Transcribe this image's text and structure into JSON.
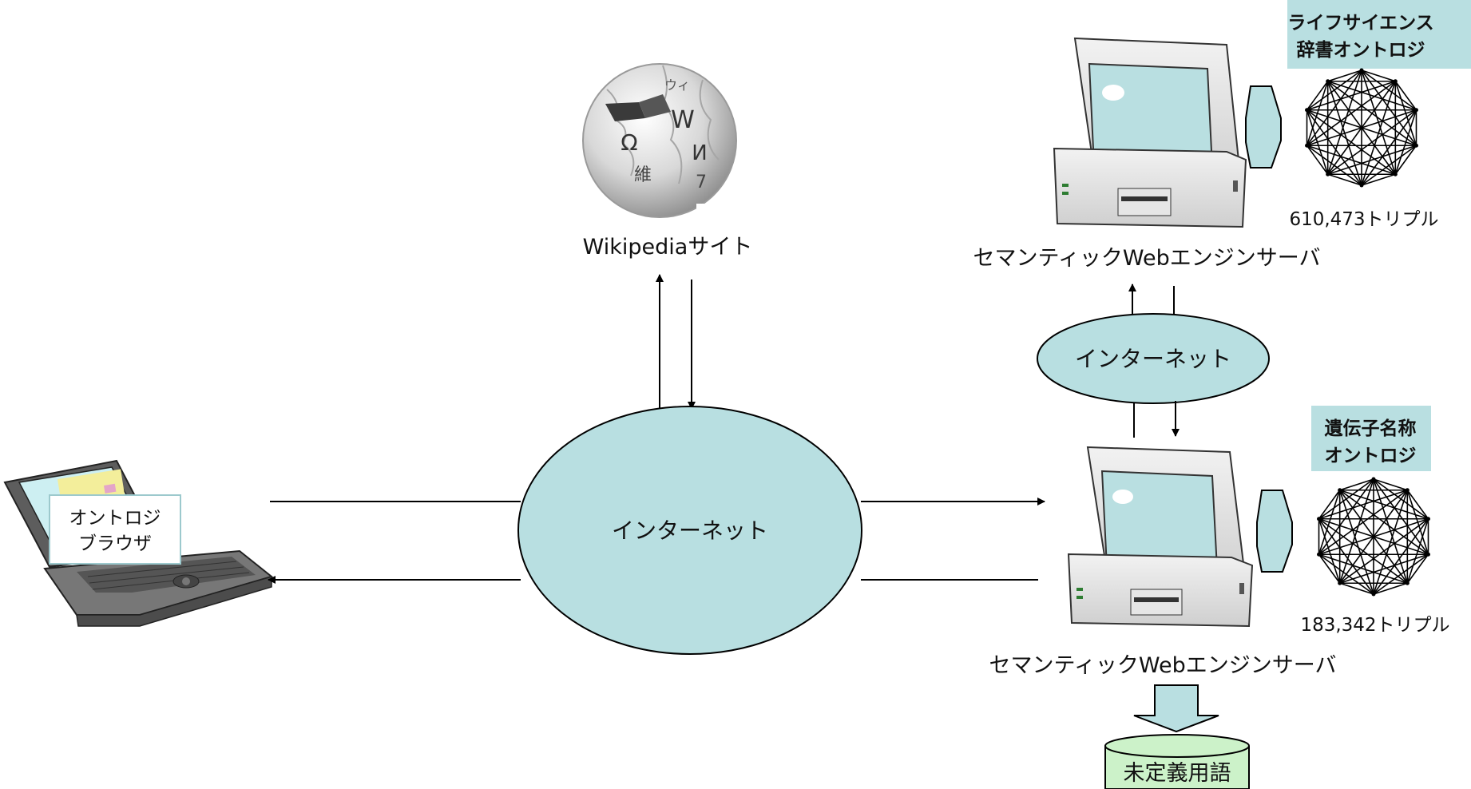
{
  "laptop": {
    "label_line1": "オントロジ",
    "label_line2": "ブラウザ"
  },
  "wikipedia": {
    "label": "Wikipediaサイト",
    "logo_glyphs": [
      "Ω",
      "W",
      "И",
      "維",
      "7",
      "ウィ"
    ]
  },
  "internet_main": {
    "label": "インターネット"
  },
  "internet_small": {
    "label": "インターネット"
  },
  "server_top": {
    "label": "セマンティックWebエンジンサーバ",
    "ontology_title_line1": "ライフサイエンス",
    "ontology_title_line2": "辞書オントロジ",
    "triples": "610,473トリプル"
  },
  "server_bottom": {
    "label": "セマンティックWebエンジンサーバ",
    "ontology_title_line1": "遺伝子名称",
    "ontology_title_line2": "オントロジ",
    "triples": "183,342トリプル"
  },
  "database": {
    "label": "未定義用語"
  },
  "colors": {
    "cloud_fill": "#b8dfe1",
    "ontology_box_fill": "#b9dfe1",
    "database_fill": "#ccf2c9",
    "screen_fill": "#b9dfe1"
  }
}
